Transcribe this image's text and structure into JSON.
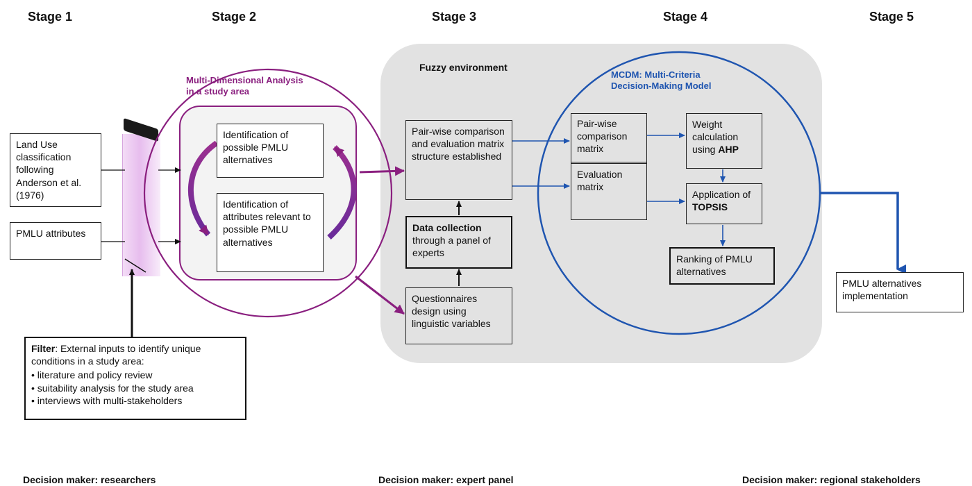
{
  "stages": [
    "Stage 1",
    "Stage 2",
    "Stage 3",
    "Stage 4",
    "Stage 5"
  ],
  "decision_makers": {
    "left": "Decision maker: researchers",
    "middle": "Decision maker: expert panel",
    "right": "Decision maker: regional stakeholders"
  },
  "stage1": {
    "land_use": "Land Use classification following Anderson et al. (1976)",
    "pmlu_attributes": "PMLU attributes",
    "filter_title": "Filter",
    "filter_text": ": External inputs to identify unique conditions in a study area:",
    "filter_items": [
      "literature and policy review",
      "suitability analysis for the study area",
      "interviews with multi-stakeholders"
    ]
  },
  "stage2": {
    "title": "Multi-Dimensional Analysis in a study area",
    "box1": "Identification of possible  PMLU alternatives",
    "box2": "Identification of attributes relevant to possible PMLU alternatives"
  },
  "stage3": {
    "env_title": "Fuzzy environment",
    "pairwise": "Pair-wise comparison and evaluation matrix structure established",
    "data_collection_bold": "Data collection",
    "data_collection_rest": "through a panel of experts",
    "questionnaires": "Questionnaires design using linguistic variables"
  },
  "stage4": {
    "title": "MCDM: Multi-Criteria Decision-Making Model",
    "pairwise_matrix": "Pair-wise comparison matrix",
    "evaluation_matrix": "Evaluation matrix",
    "weight_prefix": "Weight calculation using ",
    "weight_bold": "AHP",
    "topsis_prefix": "Application of ",
    "topsis_bold": "TOPSIS",
    "ranking": "Ranking of PMLU alternatives"
  },
  "stage5": {
    "implementation": "PMLU alternatives implementation"
  },
  "colors": {
    "purple": "#8a1f7f",
    "blue": "#1f55b0",
    "grey_bg": "#e2e2e2",
    "filter_pink": "#ecc8f0"
  }
}
